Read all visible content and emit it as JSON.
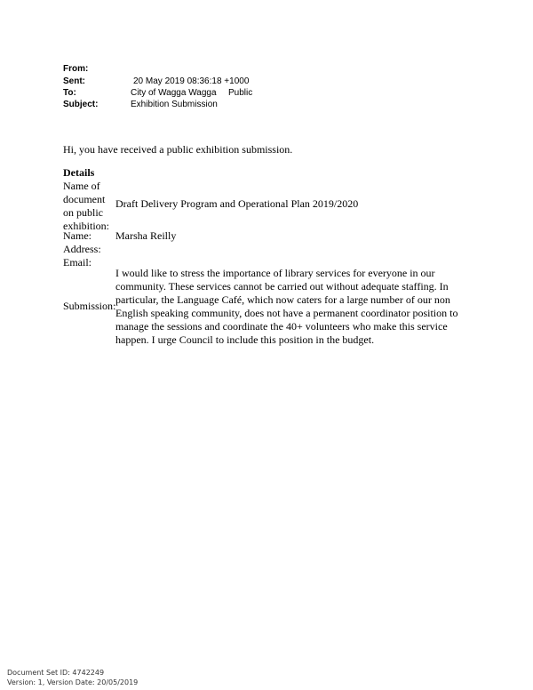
{
  "email_header": {
    "from_label": "From:",
    "sent_label": "Sent:",
    "sent_value": "20 May 2019 08:36:18 +1000",
    "to_label": "To:",
    "to_value": "City of Wagga Wagga",
    "to_extra": "Public",
    "subject_label": "Subject:",
    "subject_value": "Exhibition Submission"
  },
  "intro": "Hi, you have received a public exhibition submission.",
  "details": {
    "heading": "Details",
    "document_label_lines": [
      "Name of",
      "document",
      "on public",
      "exhibition:"
    ],
    "document_value": "Draft Delivery Program and Operational Plan 2019/2020",
    "name_label": "Name:",
    "name_value": "Marsha Reilly",
    "address_label": "Address:",
    "email_label": "Email:",
    "submission_label": "Submission:",
    "submission_value": "I would like to stress the importance of library services for everyone in our community. These services cannot be carried out without adequate staffing. In particular, the Language Café, which now caters for a large number of our non English speaking community, does not have a permanent coordinator position to manage the sessions and coordinate the 40+ volunteers who make this service happen. I urge Council to include this position in the budget."
  },
  "footer": {
    "line1": "Document Set ID: 4742249",
    "line2": "Version: 1, Version Date: 20/05/2019"
  }
}
